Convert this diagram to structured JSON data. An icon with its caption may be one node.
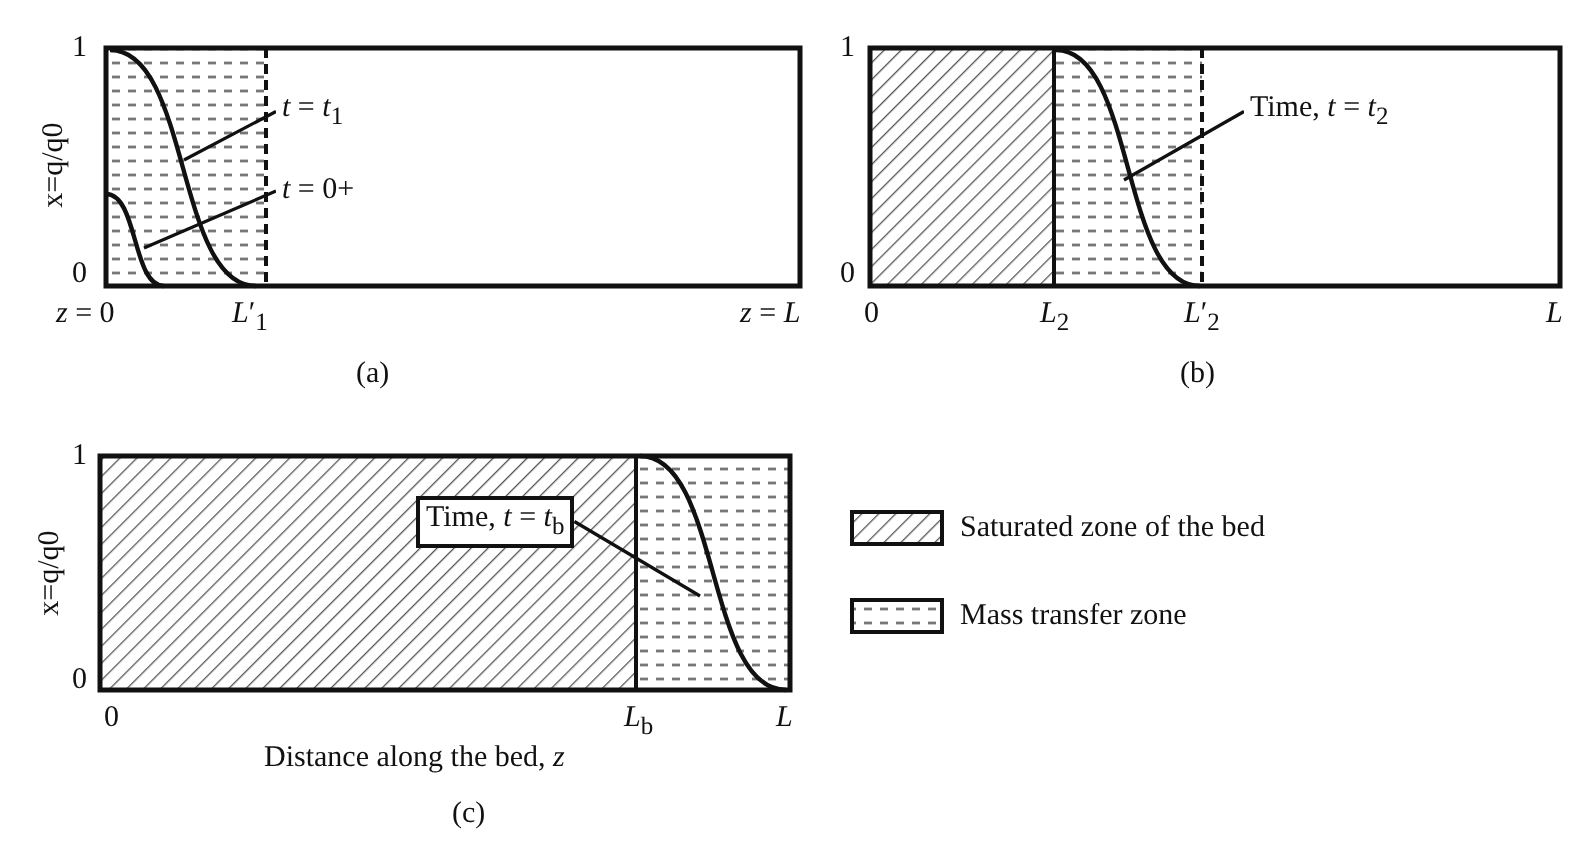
{
  "diagram": {
    "nodes": [
      {
        "text": [
          "*t* = *t*$_{1}$"
        ]
      },
      {
        "text": [
          "*t* = 0+"
        ]
      },
      {
        "text": [
          "Time, *t* = *t*$_{2}$"
        ]
      },
      {
        "text": [
          "Time, *t* = *t*$_{b}$"
        ]
      }
    ],
    "edges": [
      {
        "from": 0,
        "to": null,
        "arrow": "none"
      },
      {
        "from": 1,
        "to": null,
        "arrow": "none"
      },
      {
        "from": 2,
        "to": null,
        "arrow": "none"
      },
      {
        "from": 3,
        "to": null,
        "arrow": "none"
      }
    ],
    "labels": [
      "1",
      "x=q/q0",
      "0",
      "*z* = 0",
      "*L*′$_{1}$",
      "*z* = *L*",
      "(a)",
      "1",
      "0",
      "0",
      "*L*$_{2}$",
      "*L*′$_{2}$",
      "*L*",
      "(b)",
      "1",
      "x=q/q0",
      "0",
      "0",
      "*L*$_{b}$",
      "*L*",
      "Distance along the bed, *z*",
      "(c)"
    ],
    "legend": [
      {
        "text": "Saturated zone of the bed"
      },
      {
        "text": "Mass transfer zone"
      }
    ]
  }
}
